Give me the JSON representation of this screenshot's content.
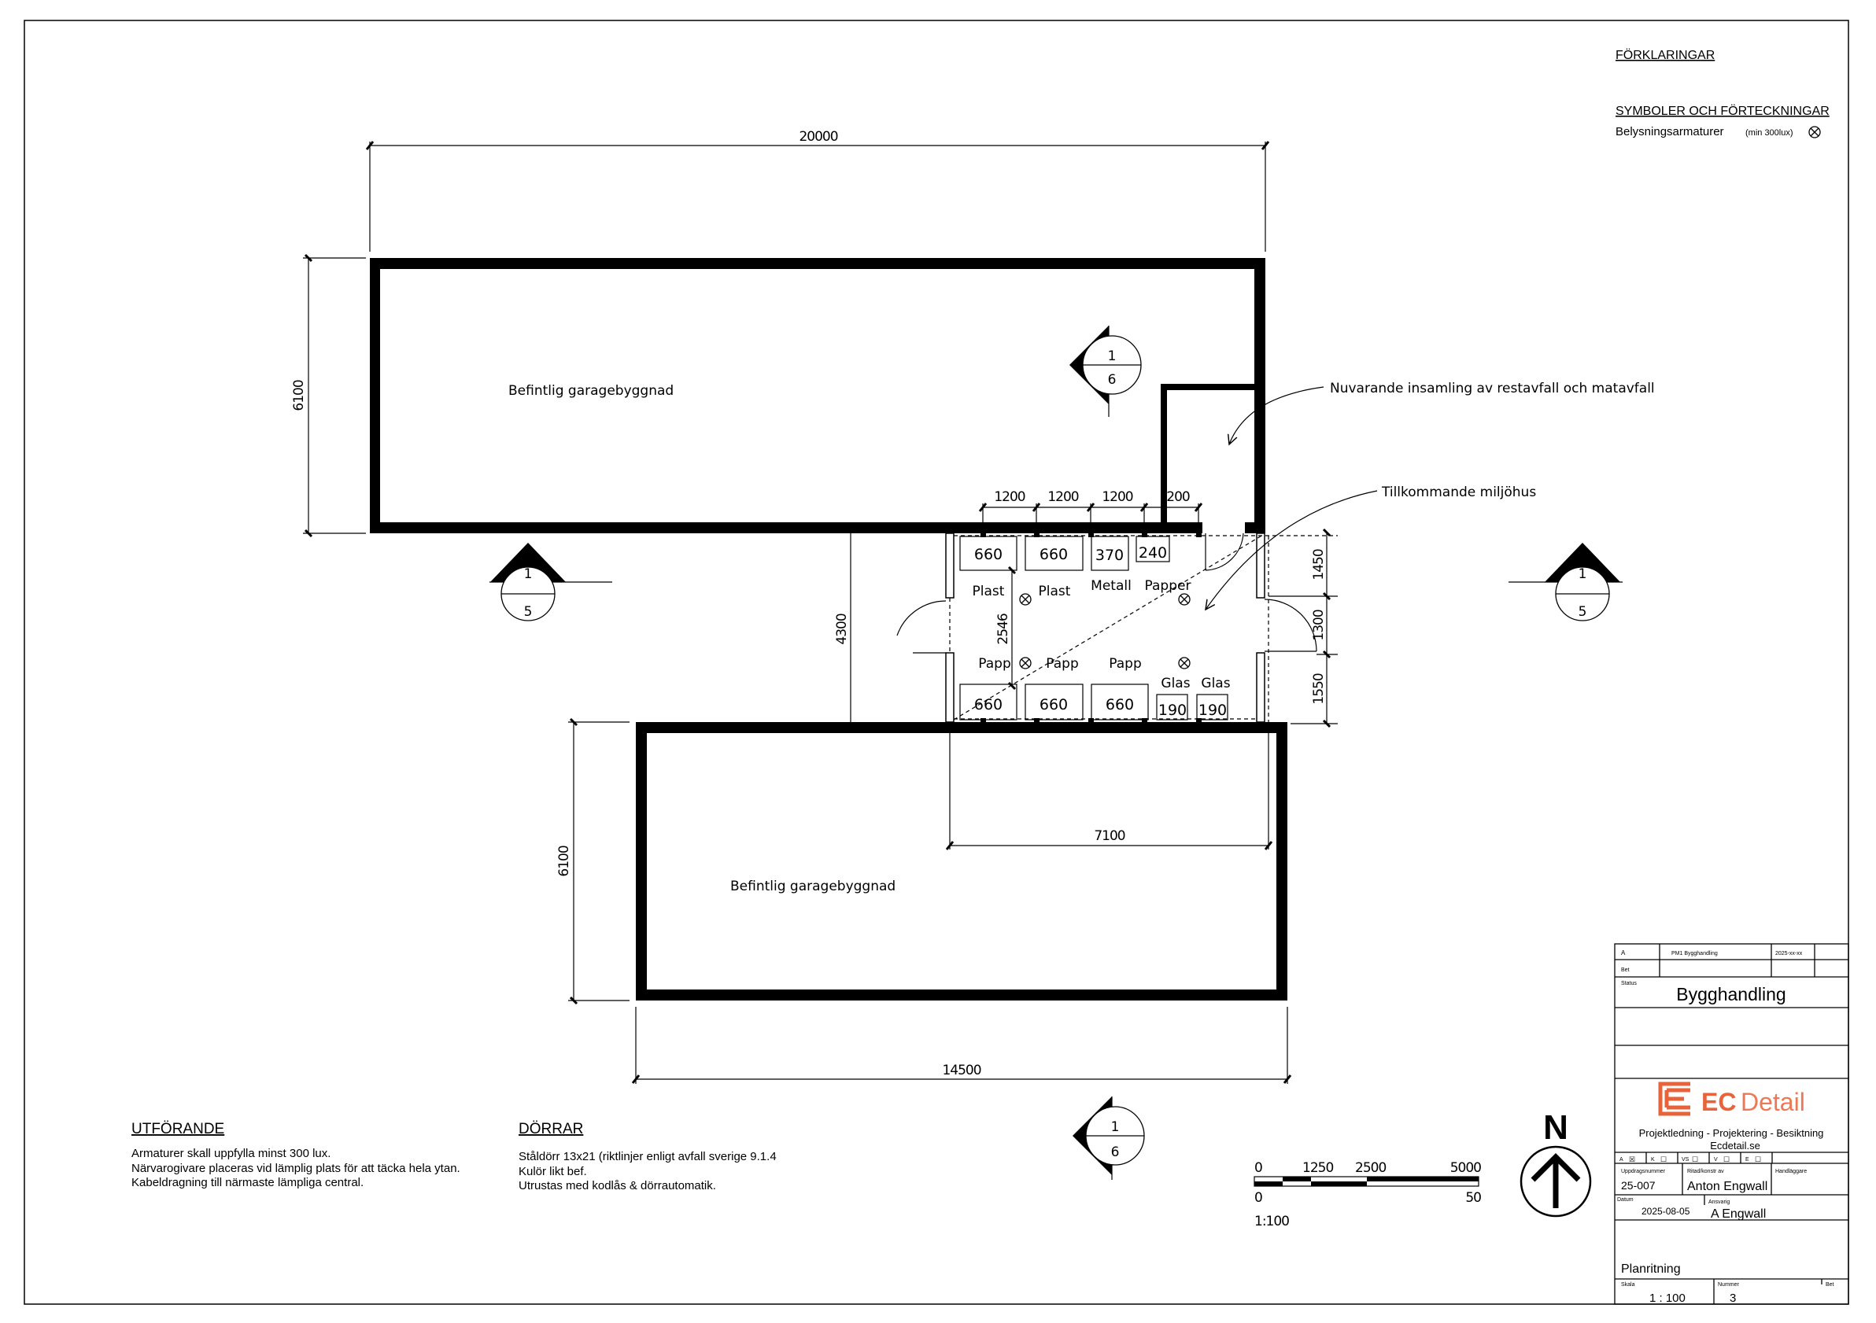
{
  "legend": {
    "heading": "FÖRKLARINGAR",
    "symbols_heading": "SYMBOLER OCH FÖRTECKNINGAR",
    "lighting_label": "Belysningsarmaturer",
    "lighting_note": "(min 300lux)",
    "lighting_icon": "light-fixture-icon"
  },
  "plan": {
    "building_top_label": "Befintlig garagebyggnad",
    "building_bottom_label": "Befintlig garagebyggnad",
    "existing_collection_note": "Nuvarande insamling av restavfall och matavfall",
    "new_house_note": "Tillkommande miljöhus",
    "dims": {
      "top_width": "20000",
      "top_height": "6100",
      "gap": "4300",
      "bottom_height": "6100",
      "bottom_inner": "7100",
      "bottom_width": "14500",
      "bay1": "1200",
      "bay2": "1200",
      "bay3": "1200",
      "bay4": "200",
      "inner_depth": "2546",
      "right1": "1450",
      "right2": "1300",
      "right3": "1550"
    },
    "sections": {
      "left": {
        "top": "1",
        "bottom": "5"
      },
      "right": {
        "top": "1",
        "bottom": "5"
      },
      "upper": {
        "top": "1",
        "bottom": "6"
      },
      "lower": {
        "top": "1",
        "bottom": "6"
      }
    },
    "bins_top": [
      {
        "size": "660",
        "type": "Plast"
      },
      {
        "size": "660",
        "type": "Plast"
      },
      {
        "size": "370",
        "type": "Metall"
      },
      {
        "size": "240",
        "type": "Papper"
      }
    ],
    "bins_bottom": [
      {
        "size": "660",
        "type": "Papp"
      },
      {
        "size": "660",
        "type": "Papp"
      },
      {
        "size": "660",
        "type": "Papp"
      },
      {
        "size": "190",
        "type": "Glas"
      },
      {
        "size": "190",
        "type": "Glas"
      }
    ]
  },
  "notes": {
    "utforande": {
      "heading": "UTFÖRANDE",
      "lines": [
        "Armaturer skall uppfylla minst 300 lux.",
        "Närvarogivare placeras vid lämplig plats för att täcka hela ytan.",
        "Kabeldragning till närmaste lämpliga central."
      ]
    },
    "dorrar": {
      "heading": "DÖRRAR",
      "lines": [
        "Ståldörr 13x21 (riktlinjer enligt avfall sverige 9.1.4",
        "Kulör likt bef.",
        "Utrustas med kodlås & dörrautomatik."
      ]
    }
  },
  "scale_bar": {
    "top_labels": [
      "0",
      "1250",
      "2500",
      "5000"
    ],
    "bottom_left": "0",
    "bottom_right": "50",
    "scale": "1:100"
  },
  "north": {
    "label": "N"
  },
  "title_block": {
    "rev_letter": "A",
    "rev_desc": "PM1 Bygghandling",
    "rev_date": "2025-xx-xx",
    "bet_label": "Bet",
    "status_label": "Status",
    "status": "Bygghandling",
    "logo_text": "EC Detail",
    "logo_bold": "EC",
    "logo_light": "Detail",
    "tagline": "Projektledning - Projektering - Besiktning",
    "website": "Ecdetail.se",
    "disciplines": [
      {
        "code": "A",
        "box": "☒"
      },
      {
        "code": "K",
        "box": "☐"
      },
      {
        "code": "VS",
        "box": "☐"
      },
      {
        "code": "V",
        "box": "☐"
      },
      {
        "code": "E",
        "box": "☐"
      }
    ],
    "assignment_label": "Uppdragsnummer",
    "assignment": "25-007",
    "drawn_label": "Ritad/konstr av",
    "drawn_by": "Anton Engwall",
    "handler_label": "Handläggare",
    "date_label": "Datum",
    "date": "2025-08-05",
    "responsible_label": "Ansvarig",
    "responsible": "A Engwall",
    "drawing_title": "Planritning",
    "scale_label": "Skala",
    "scale": "1 : 100",
    "number_label": "Nummer",
    "number": "3",
    "bet2_label": "Bet"
  },
  "colors": {
    "brand": "#e8623a",
    "ink": "#000000"
  }
}
